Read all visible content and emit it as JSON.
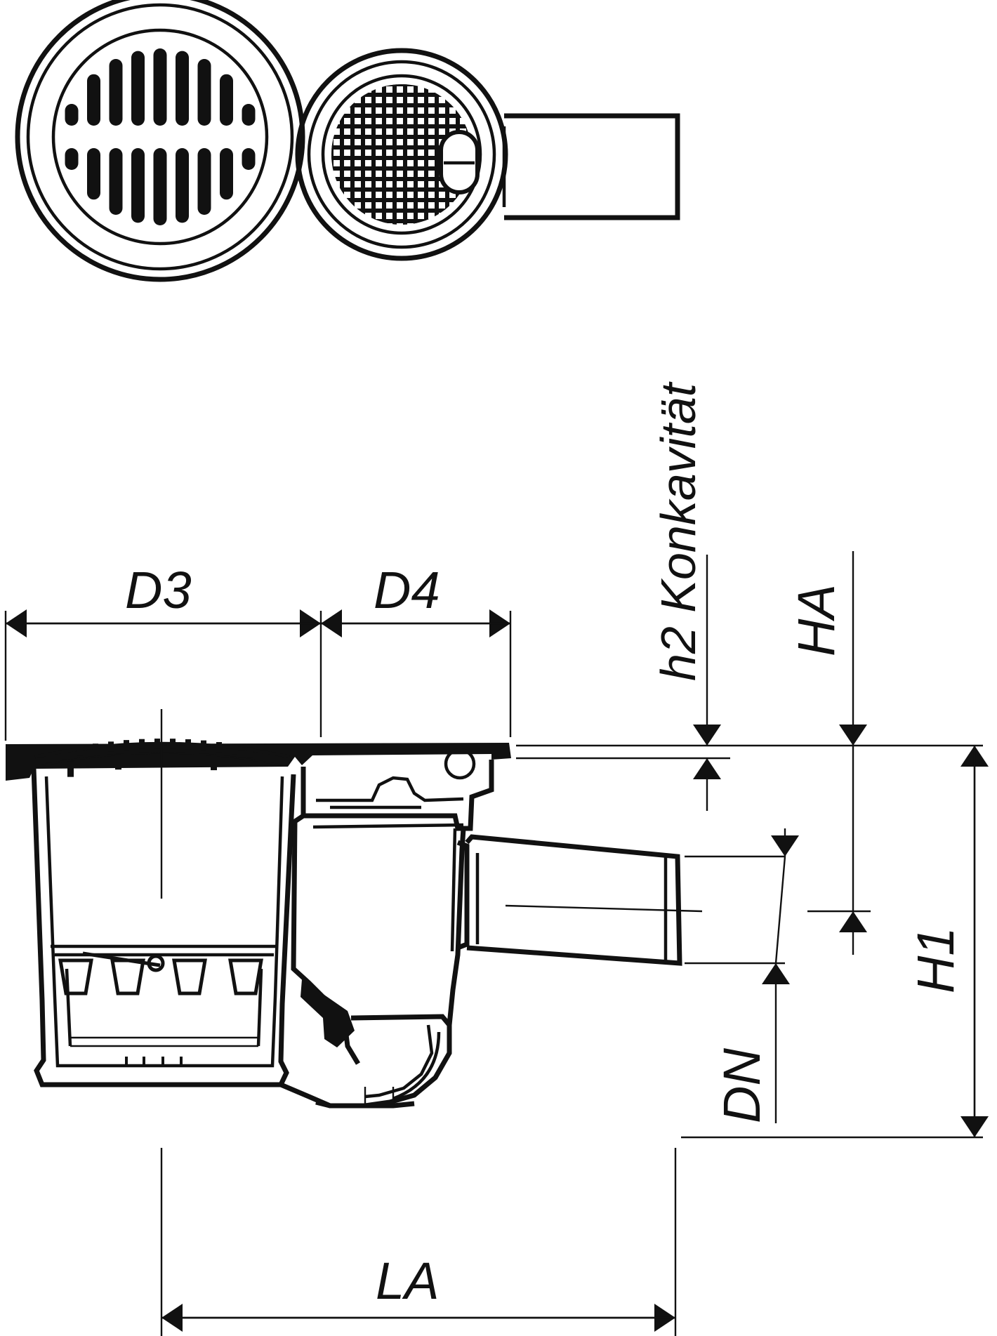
{
  "drawing": {
    "labels": {
      "d3": "D3",
      "d4": "D4",
      "h2_konkavitaet": "h2 Konkavität",
      "ha": "HA",
      "h1": "H1",
      "dn": "DN",
      "la": "LA"
    },
    "colors": {
      "ink": "#111111",
      "paper": "#ffffff"
    }
  }
}
